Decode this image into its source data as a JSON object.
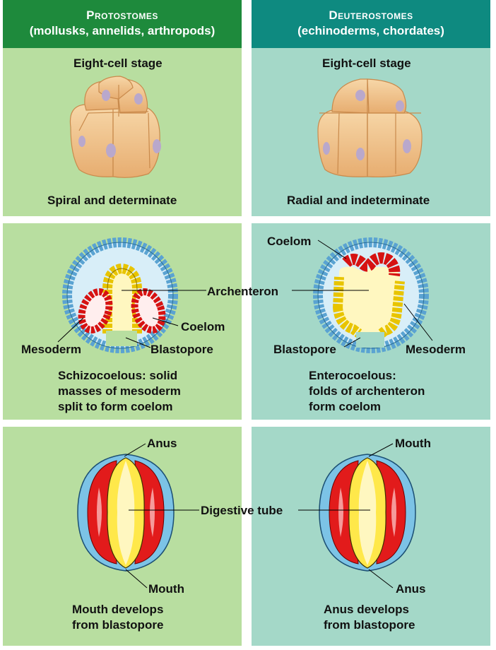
{
  "protostomes": {
    "title": "Protostomes",
    "subtitle": "(mollusks, annelids, arthropods)",
    "stage_label": "Eight-cell stage",
    "cleavage": "Spiral and determinate",
    "coelom_labels": {
      "coelom": "Coelom",
      "mesoderm": "Mesoderm",
      "blastopore": "Blastopore"
    },
    "coelom_caption": [
      "Schizocoelous: solid",
      "masses of mesoderm",
      "split to form coelom"
    ],
    "top_opening": "Anus",
    "bottom_opening": "Mouth",
    "fate_caption": [
      "Mouth develops",
      "from blastopore"
    ]
  },
  "deuterostomes": {
    "title": "Deuterostomes",
    "subtitle": "(echinoderms, chordates)",
    "stage_label": "Eight-cell stage",
    "cleavage": "Radial and indeterminate",
    "coelom_labels": {
      "coelom": "Coelom",
      "mesoderm": "Mesoderm",
      "blastopore": "Blastopore"
    },
    "coelom_caption": [
      "Enterocoelous:",
      "folds of archenteron",
      "form coelom"
    ],
    "top_opening": "Mouth",
    "bottom_opening": "Anus",
    "fate_caption": [
      "Anus develops",
      "from blastopore"
    ]
  },
  "shared": {
    "archenteron": "Archenteron",
    "digestive_tube": "Digestive tube"
  },
  "colors": {
    "protostome_header": "#1e8a3c",
    "deuterostome_header": "#0e8a80",
    "protostome_panel": "#b8dea0",
    "deuterostome_panel": "#a4d8c8",
    "mesoderm": "#e21b1b",
    "endoderm": "#ffe84a",
    "ectoderm": "#6fb6e0",
    "cell": "#f2c48c",
    "nucleus": "#b9a8cc"
  }
}
